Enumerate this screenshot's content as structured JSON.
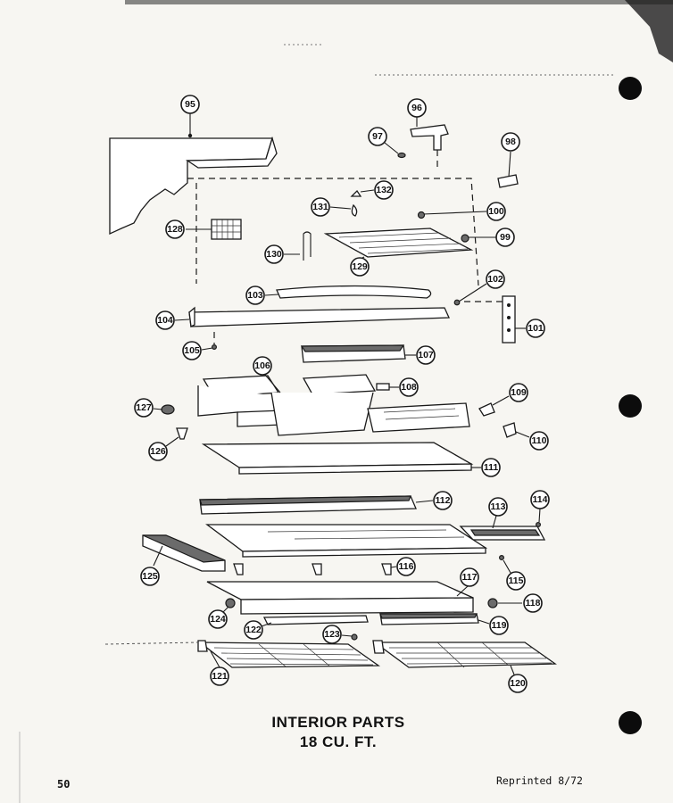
{
  "title_line1": "INTERIOR PARTS",
  "title_line2": "18 CU. FT.",
  "page_number": "50",
  "reprint_note": "Reprinted 8/72",
  "callouts": [
    "95",
    "96",
    "97",
    "98",
    "99",
    "100",
    "101",
    "102",
    "103",
    "104",
    "105",
    "106",
    "107",
    "108",
    "109",
    "110",
    "111",
    "112",
    "113",
    "114",
    "115",
    "116",
    "117",
    "118",
    "119",
    "120",
    "121",
    "122",
    "123",
    "124",
    "125",
    "126",
    "127",
    "128",
    "129",
    "130",
    "131",
    "132"
  ]
}
